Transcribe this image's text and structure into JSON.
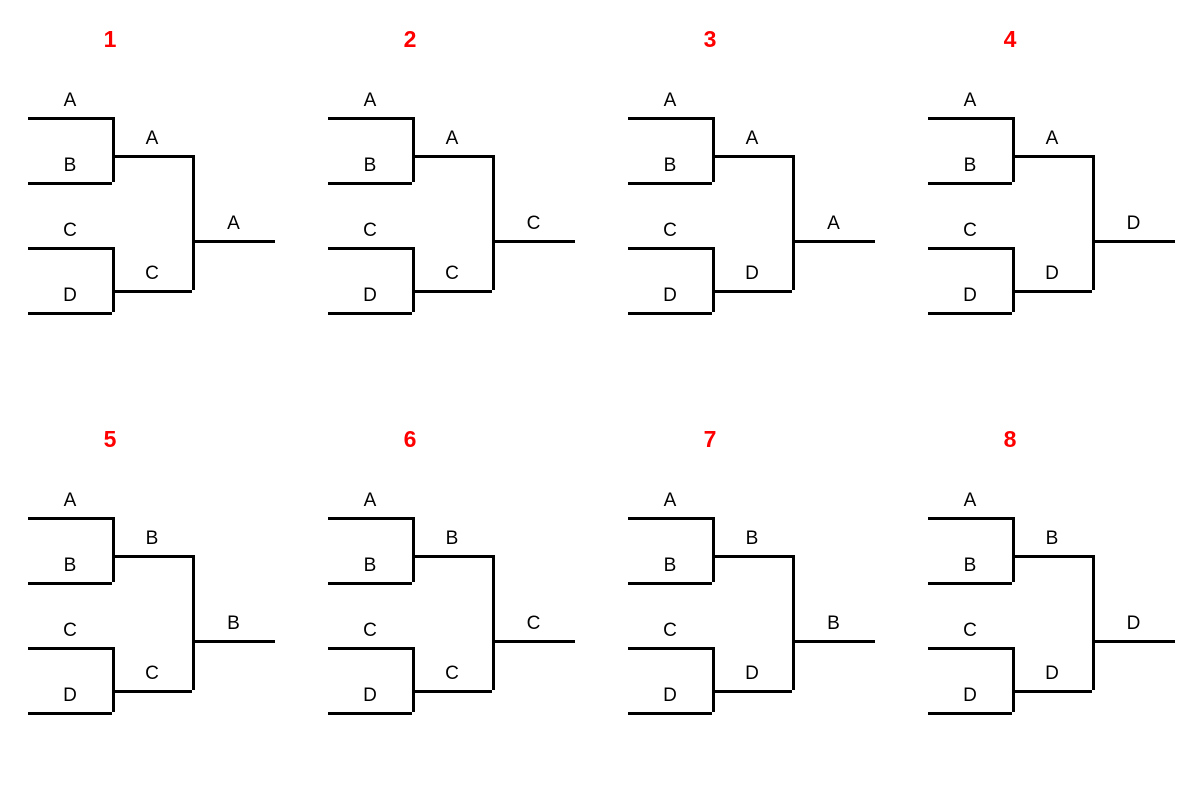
{
  "figure": {
    "type": "tournament-bracket-grid",
    "columns": 4,
    "rows": 2,
    "number_color": "#ff0000",
    "line_color": "#000000",
    "background": "#ffffff"
  },
  "brackets": [
    {
      "number": "1",
      "round1": [
        "A",
        "B",
        "C",
        "D"
      ],
      "round2": [
        "A",
        "C"
      ],
      "final": "A"
    },
    {
      "number": "2",
      "round1": [
        "A",
        "B",
        "C",
        "D"
      ],
      "round2": [
        "A",
        "C"
      ],
      "final": "C"
    },
    {
      "number": "3",
      "round1": [
        "A",
        "B",
        "C",
        "D"
      ],
      "round2": [
        "A",
        "D"
      ],
      "final": "A"
    },
    {
      "number": "4",
      "round1": [
        "A",
        "B",
        "C",
        "D"
      ],
      "round2": [
        "A",
        "D"
      ],
      "final": "D"
    },
    {
      "number": "5",
      "round1": [
        "A",
        "B",
        "C",
        "D"
      ],
      "round2": [
        "B",
        "C"
      ],
      "final": "B"
    },
    {
      "number": "6",
      "round1": [
        "A",
        "B",
        "C",
        "D"
      ],
      "round2": [
        "B",
        "C"
      ],
      "final": "C"
    },
    {
      "number": "7",
      "round1": [
        "A",
        "B",
        "C",
        "D"
      ],
      "round2": [
        "B",
        "D"
      ],
      "final": "B"
    },
    {
      "number": "8",
      "round1": [
        "A",
        "B",
        "C",
        "D"
      ],
      "round2": [
        "B",
        "D"
      ],
      "final": "D"
    }
  ]
}
